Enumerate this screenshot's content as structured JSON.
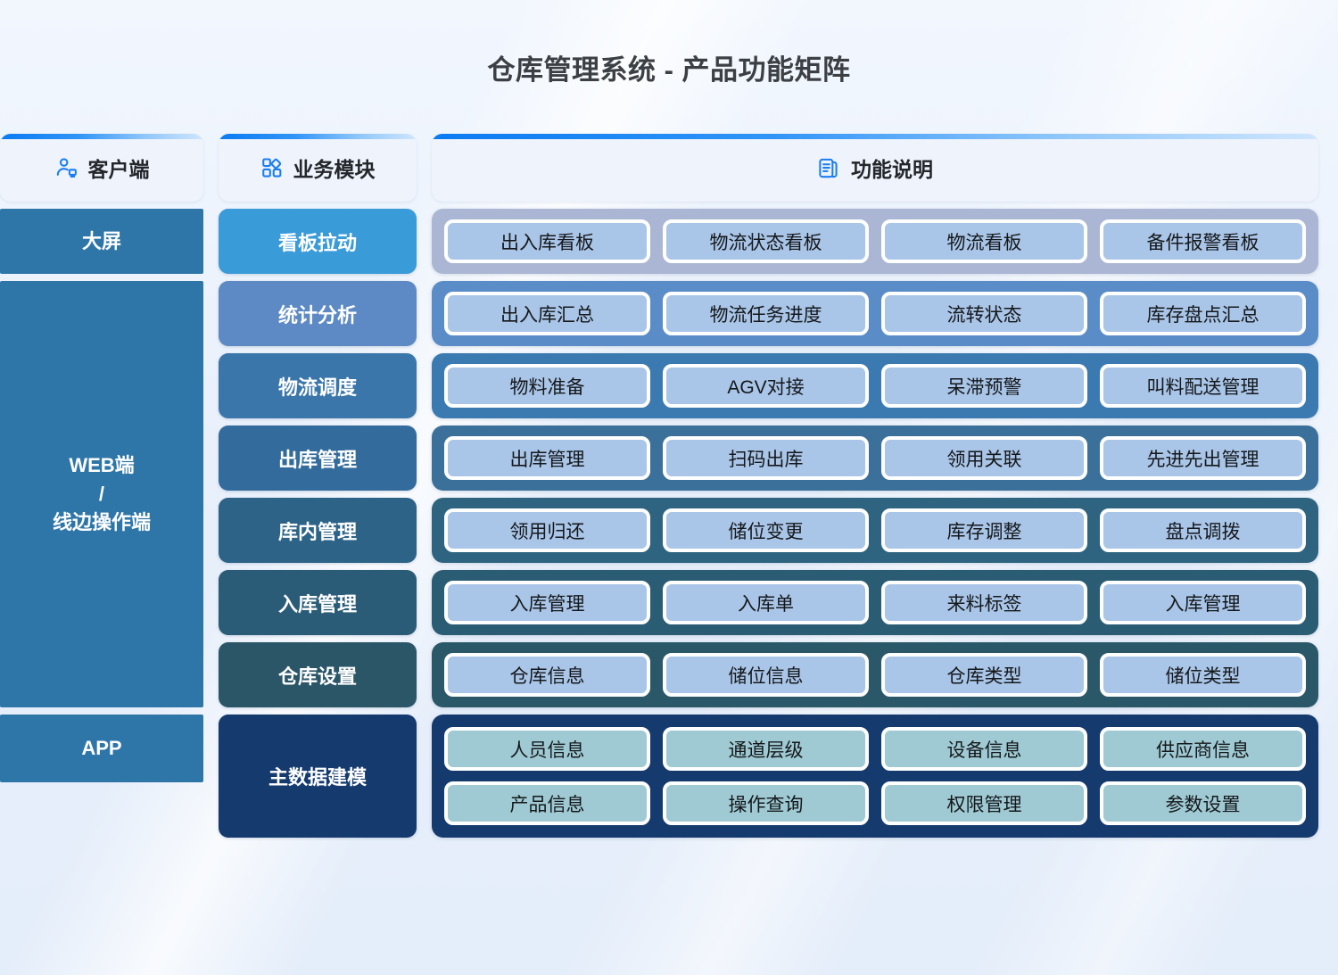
{
  "page": {
    "title": "仓库管理系统 - 产品功能矩阵",
    "background_color": "#eaf1fb",
    "accent_color": "#0a7bf2"
  },
  "headers": [
    {
      "label": "客户端",
      "icon": "user-client-icon"
    },
    {
      "label": "业务模块",
      "icon": "grid-modules-icon"
    },
    {
      "label": "功能说明",
      "icon": "document-pages-icon"
    }
  ],
  "clients": [
    {
      "label": "大屏",
      "lines": [
        "大屏"
      ],
      "color": "#2e76a8"
    },
    {
      "label": "WEB端 / 线边操作端",
      "lines": [
        "WEB端",
        "/",
        "线边操作端"
      ],
      "color": "#2e76a8"
    },
    {
      "label": "APP",
      "lines": [
        "APP"
      ],
      "color": "#2e76a8"
    }
  ],
  "rows": [
    {
      "module": "看板拉动",
      "module_color": "#3a9bd9",
      "band_color": "#aab6d4",
      "pill_color": "#a9c5e7",
      "features": [
        "出入库看板",
        "物流状态看板",
        "物流看板",
        "备件报警看板"
      ]
    },
    {
      "module": "统计分析",
      "module_color": "#5d8ac4",
      "band_color": "#5a8cc8",
      "pill_color": "#a9c5e7",
      "features": [
        "出入库汇总",
        "物流任务进度",
        "流转状态",
        "库存盘点汇总"
      ]
    },
    {
      "module": "物流调度",
      "module_color": "#3a76aa",
      "band_color": "#3a7ab0",
      "pill_color": "#a9c5e7",
      "features": [
        "物料准备",
        "AGV对接",
        "呆滞预警",
        "叫料配送管理"
      ]
    },
    {
      "module": "出库管理",
      "module_color": "#336c9c",
      "band_color": "#3a7099",
      "pill_color": "#a9c5e7",
      "features": [
        "出库管理",
        "扫码出库",
        "领用关联",
        "先进先出管理"
      ]
    },
    {
      "module": "库内管理",
      "module_color": "#2d6387",
      "band_color": "#2e6480",
      "pill_color": "#a9c5e7",
      "features": [
        "领用归还",
        "储位变更",
        "库存调整",
        "盘点调拨"
      ]
    },
    {
      "module": "入库管理",
      "module_color": "#2a5b77",
      "band_color": "#2a5c74",
      "pill_color": "#a9c5e7",
      "features": [
        "入库管理",
        "入库单",
        "来料标签",
        "入库管理"
      ]
    },
    {
      "module": "仓库设置",
      "module_color": "#2a5668",
      "band_color": "#2a5868",
      "pill_color": "#a9c5e7",
      "features": [
        "仓库信息",
        "储位信息",
        "仓库类型",
        "储位类型"
      ]
    }
  ],
  "master_data": {
    "module": "主数据建模",
    "module_color": "#143a6e",
    "band_color": "#143a6e",
    "pill_color": "#9fcad3",
    "rows": [
      [
        "人员信息",
        "通道层级",
        "设备信息",
        "供应商信息"
      ],
      [
        "产品信息",
        "操作查询",
        "权限管理",
        "参数设置"
      ]
    ]
  }
}
